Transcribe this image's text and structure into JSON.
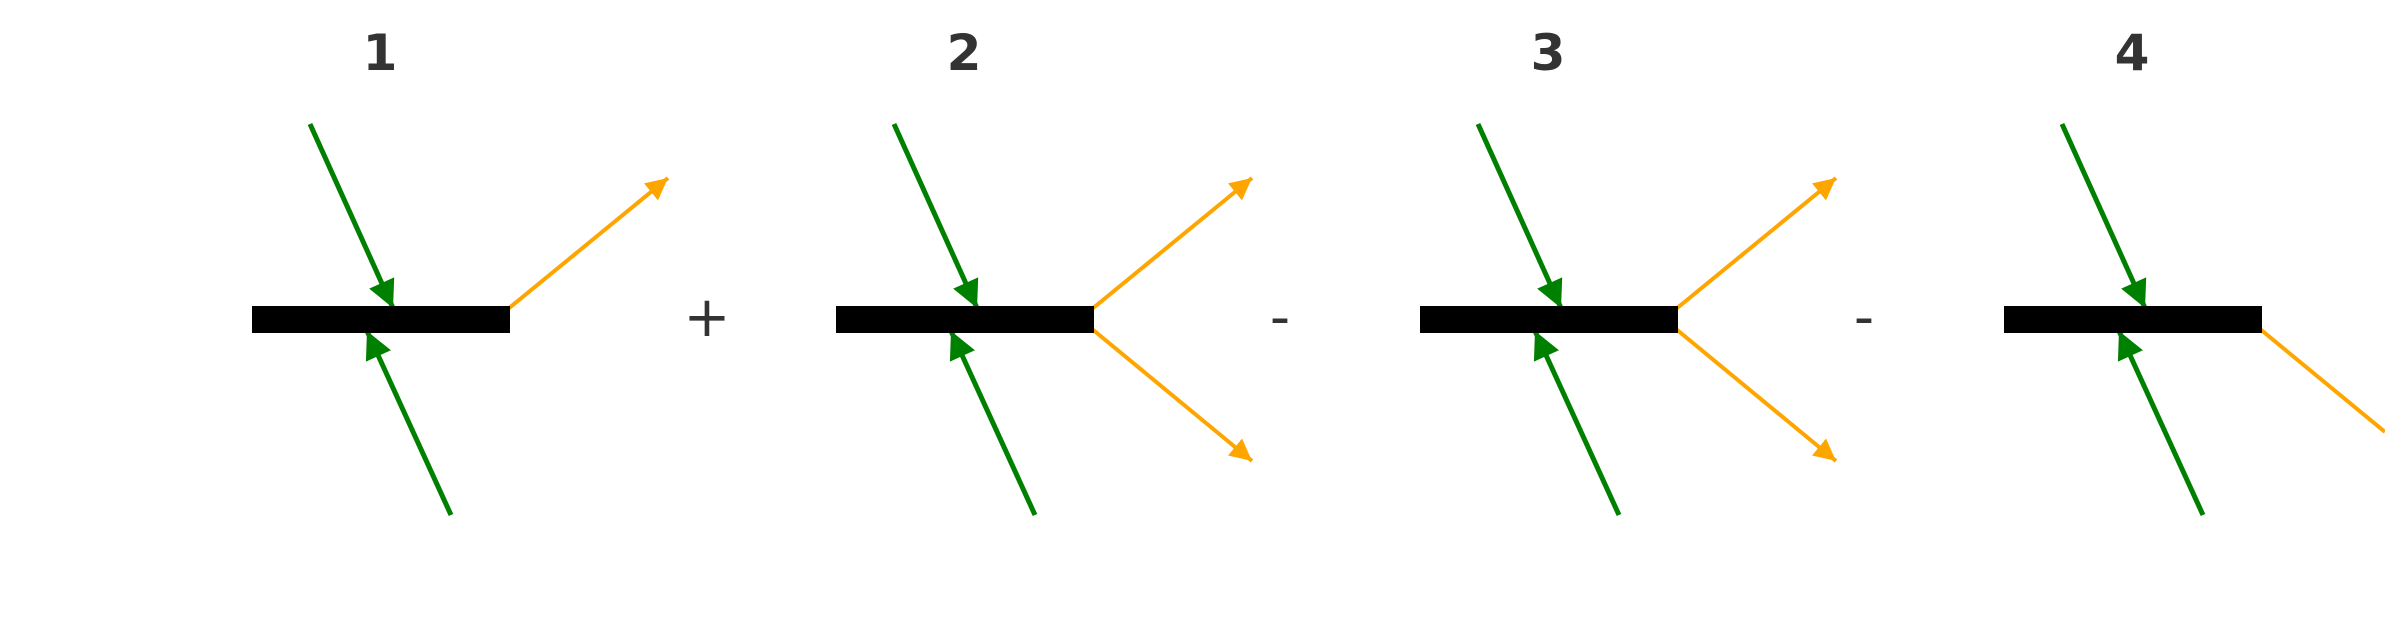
{
  "colors": {
    "bar": "#000000",
    "incoming_arrows": "#008000",
    "outgoing_arrows": "#FFA500",
    "text": "#333333"
  },
  "panels": [
    {
      "label": "1",
      "incoming": [
        "upper",
        "lower"
      ],
      "outgoing": [
        "upper"
      ]
    },
    {
      "label": "2",
      "incoming": [
        "upper",
        "lower"
      ],
      "outgoing": [
        "upper",
        "lower"
      ]
    },
    {
      "label": "3",
      "incoming": [
        "upper",
        "lower"
      ],
      "outgoing": [
        "upper",
        "lower"
      ]
    },
    {
      "label": "4",
      "incoming": [
        "upper",
        "lower"
      ],
      "outgoing": [
        "lower"
      ]
    }
  ],
  "operators": [
    "+",
    "-",
    "-"
  ]
}
